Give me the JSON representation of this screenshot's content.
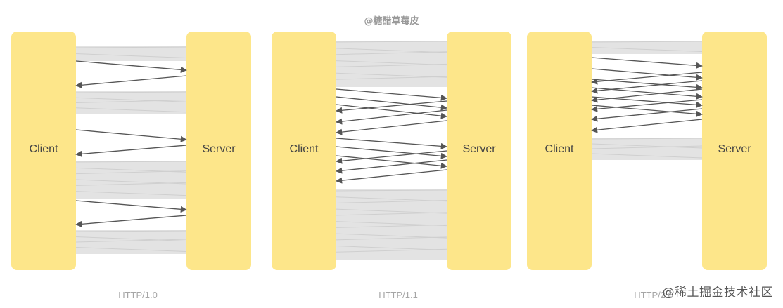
{
  "watermarks": {
    "top": "@糖醋草莓皮",
    "bottom": "@稀土掘金技术社区"
  },
  "colors": {
    "box": "#fde68a",
    "arrow": "#555555",
    "band": "#e3e3e3",
    "band_line": "#cfcfcf",
    "caption": "#a6a6a6"
  },
  "diagrams": [
    {
      "id": "http10",
      "caption": "HTTP/1.0",
      "client_label": "Client",
      "server_label": "Server"
    },
    {
      "id": "http11",
      "caption": "HTTP/1.1",
      "client_label": "Client",
      "server_label": "Server"
    },
    {
      "id": "http20",
      "caption": "HTTP/2.0",
      "client_label": "Client",
      "server_label": "Server"
    }
  ]
}
